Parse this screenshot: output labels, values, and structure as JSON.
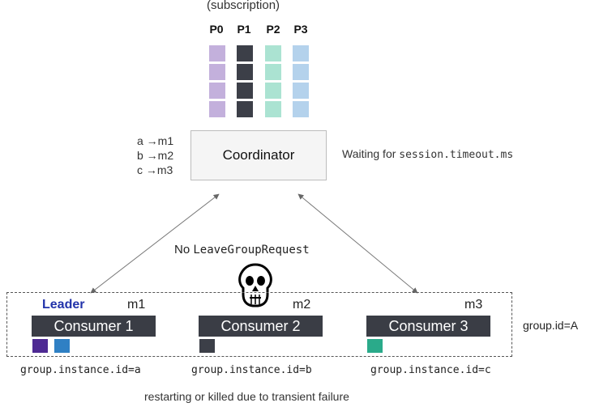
{
  "subscription_label": "(subscription)",
  "partitions": [
    {
      "label": "P0",
      "color": "#c3b0dc"
    },
    {
      "label": "P1",
      "color": "#3c3f48"
    },
    {
      "label": "P2",
      "color": "#abe3d2"
    },
    {
      "label": "P3",
      "color": "#b4d2ec"
    }
  ],
  "coordinator": {
    "label": "Coordinator"
  },
  "assignments": [
    "a →m1",
    "b →m2",
    "c →m3"
  ],
  "waiting": {
    "prefix": "Waiting for ",
    "code": "session.timeout.ms"
  },
  "no_leave": {
    "prefix": "No ",
    "code": "LeaveGroupRequest"
  },
  "leader_label": "Leader",
  "consumers": [
    {
      "member": "m1",
      "label": "Consumer 1",
      "instance": "group.instance.id=a"
    },
    {
      "member": "m2",
      "label": "Consumer 2",
      "instance": "group.instance.id=b"
    },
    {
      "member": "m3",
      "label": "Consumer 3",
      "instance": "group.instance.id=c"
    }
  ],
  "chip_colors": {
    "c1a": "#4e2a93",
    "c1b": "#2f80c4",
    "c2": "#3c3f48",
    "c3": "#2aaa8a"
  },
  "group_id": "group.id=A",
  "footer": "restarting or killed due to transient failure"
}
